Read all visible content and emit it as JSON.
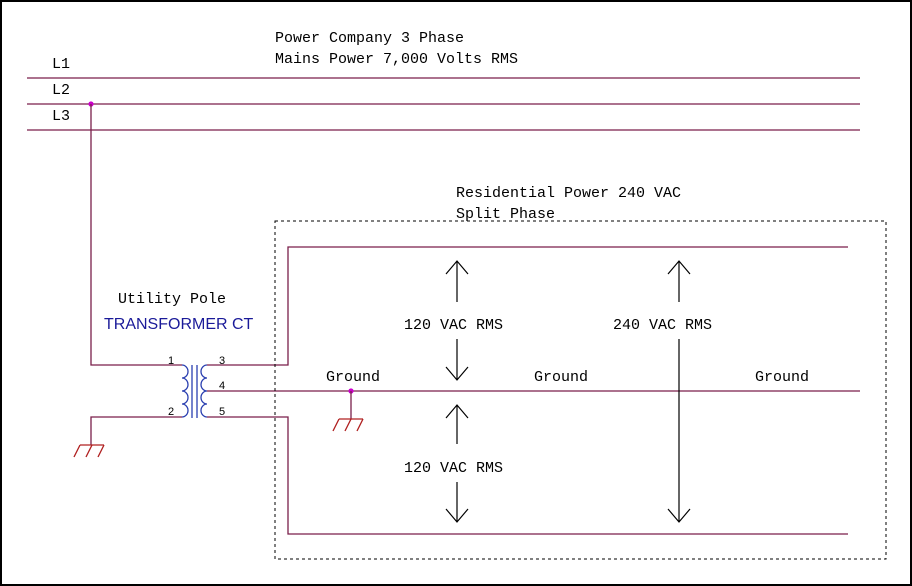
{
  "mains": {
    "title_line1": "Power Company 3 Phase",
    "title_line2": "Mains Power 7,000 Volts RMS",
    "lines": [
      "L1",
      "L2",
      "L3"
    ]
  },
  "residential": {
    "title_line1": "Residential Power 240 VAC",
    "title_line2": "Split Phase"
  },
  "transformer": {
    "label_line1": "Utility Pole",
    "label_line2": "TRANSFORMER CT",
    "pins": [
      "1",
      "2",
      "3",
      "4",
      "5"
    ]
  },
  "voltages": {
    "upper": "120 VAC RMS",
    "lower": "120 VAC RMS",
    "total": "240 VAC RMS"
  },
  "ground_labels": [
    "Ground",
    "Ground",
    "Ground"
  ],
  "colors": {
    "wire": "#7a1f4a",
    "ground_symbol": "#b02020",
    "coil": "#2a3fb0",
    "junction": "#cc00cc",
    "transformer_label": "#1a1a99"
  }
}
